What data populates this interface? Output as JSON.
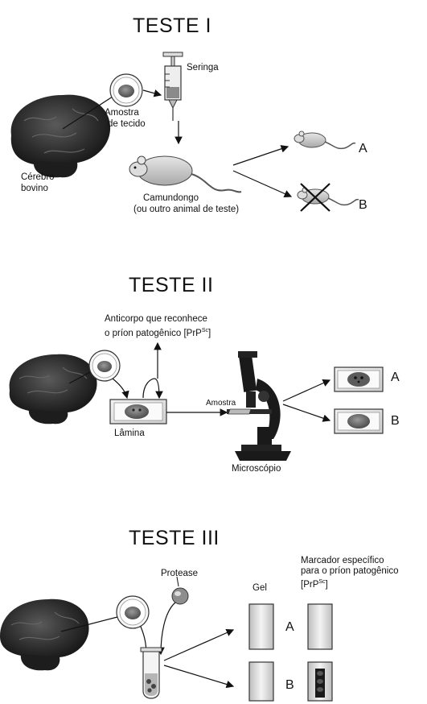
{
  "test1": {
    "title": "TESTE I",
    "labels": {
      "syringe": "Seringa",
      "sample": [
        "Amostra",
        "de tecido"
      ],
      "brain": [
        "Cérebro",
        "bovino"
      ],
      "mouse": [
        "Camundongo",
        "(ou outro animal de teste)"
      ],
      "outcome_a": "A",
      "outcome_b": "B"
    }
  },
  "test2": {
    "title": "TESTE II",
    "labels": {
      "antibody": [
        "Anticorpo que reconhece",
        "o príon patogênico [PrP",
        "Sc",
        "]"
      ],
      "slide": "Lâmina",
      "sample": "Amostra",
      "microscope": "Microscópio",
      "outcome_a": "A",
      "outcome_b": "B"
    }
  },
  "test3": {
    "title": "TESTE III",
    "labels": {
      "protease": "Protease",
      "gel": "Gel",
      "marker": [
        "Marcador específico",
        "para o príon patogênico",
        "[PrP",
        "Sc",
        "]"
      ],
      "outcome_a": "A",
      "outcome_b": "B"
    }
  }
}
